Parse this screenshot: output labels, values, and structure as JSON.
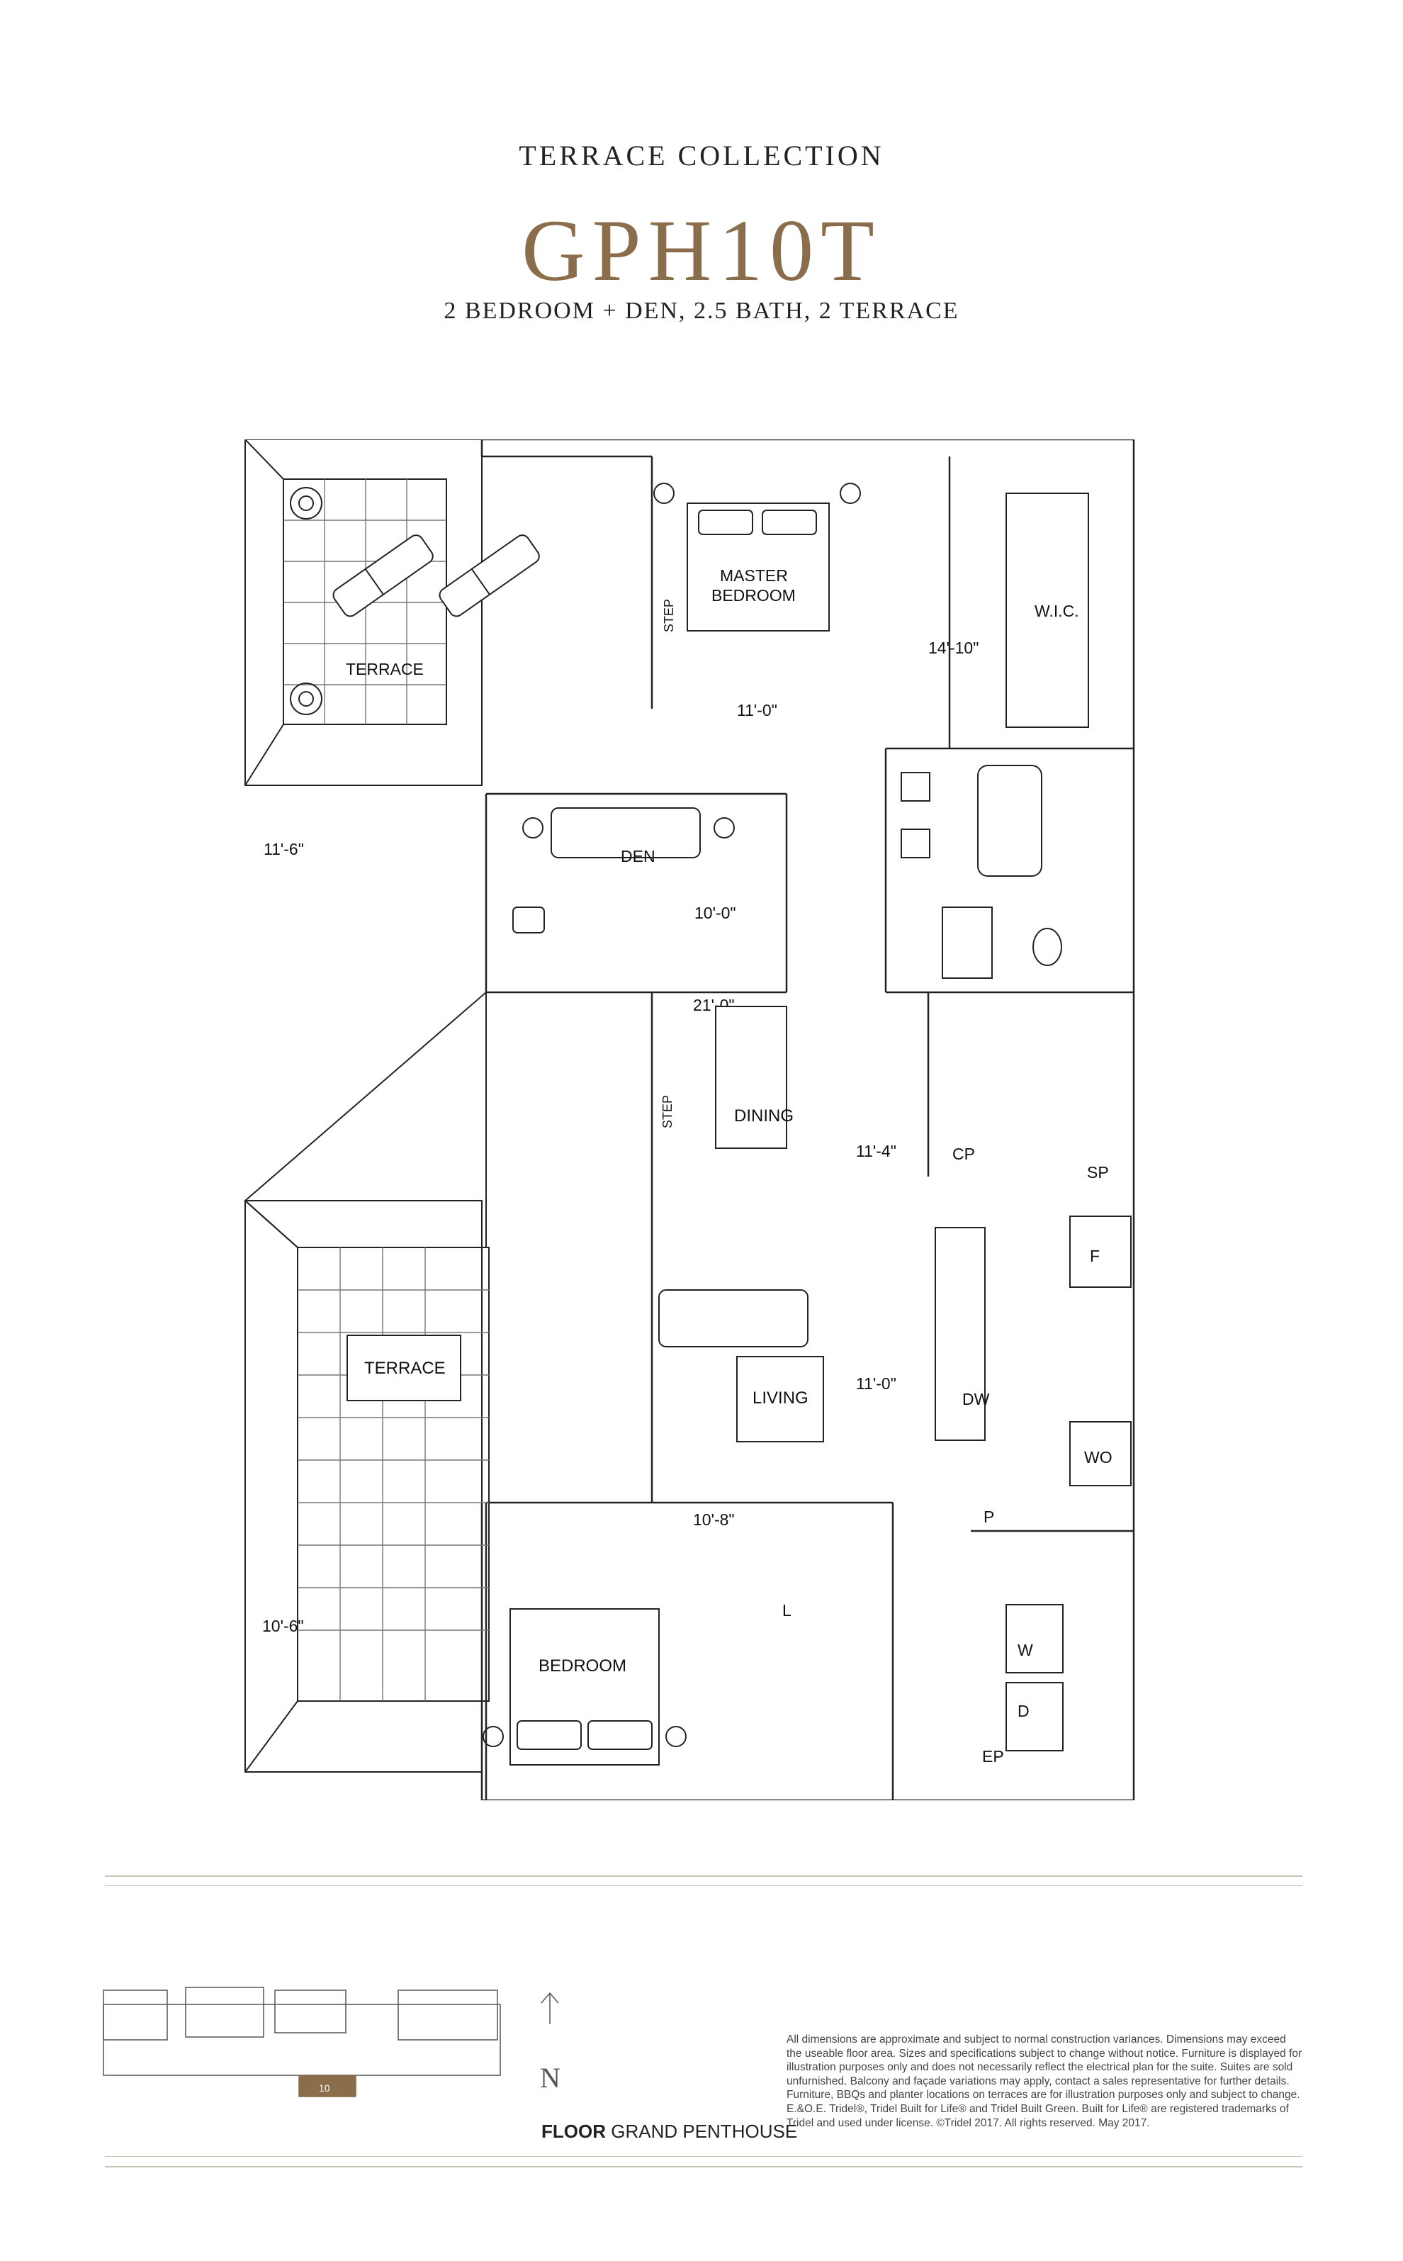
{
  "header": {
    "collection": "TERRACE COLLECTION",
    "suite_name": "GPH10T",
    "specs": "2 BEDROOM + DEN, 2.5 BATH, 2 TERRACE"
  },
  "plan": {
    "rooms": {
      "terrace_north": "TERRACE",
      "master_bedroom_line1": "MASTER",
      "master_bedroom_line2": "BEDROOM",
      "wic": "W.I.C.",
      "den": "DEN",
      "dining": "DINING",
      "living": "LIVING",
      "terrace_south": "TERRACE",
      "bedroom": "BEDROOM"
    },
    "dimensions": {
      "master_width": "14'-10\"",
      "master_depth": "11'-0\"",
      "den_width": "11'-6\"",
      "den_depth": "10'-0\"",
      "dining_depth": "21'-0\"",
      "dining_width": "11'-4\"",
      "living_width": "11'-0\"",
      "living_depth": "10'-8\"",
      "bedroom_width": "10'-6\""
    },
    "labels": {
      "step_upper": "STEP",
      "step_lower": "STEP",
      "cp": "CP",
      "sp": "SP",
      "fridge": "F",
      "dishwasher": "DW",
      "wall_oven": "WO",
      "pantry": "P",
      "linen": "L",
      "washer": "W",
      "dryer": "D",
      "ep": "EP"
    }
  },
  "footer": {
    "keyplan_unit": "10",
    "north": "N",
    "floor_bold": "FLOOR",
    "floor_name": "GRAND PENTHOUSE",
    "disclaimer": "All dimensions are approximate and subject to normal construction variances. Dimensions may exceed the useable floor area. Sizes and specifications subject to change without notice. Furniture is displayed for illustration purposes only and does not necessarily reflect the electrical plan for the suite. Suites are sold unfurnished. Balcony and façade variations may apply, contact a sales representative for further details. Furniture, BBQs and planter locations on terraces are for illustration purposes only and subject to change. E.&O.E. Tridel®, Tridel Built for Life® and Tridel Built Green. Built for Life® are registered trademarks of Tridel and used under license. ©Tridel 2017. All rights reserved. May 2017.",
    "accent_color": "#8a6d4a"
  }
}
